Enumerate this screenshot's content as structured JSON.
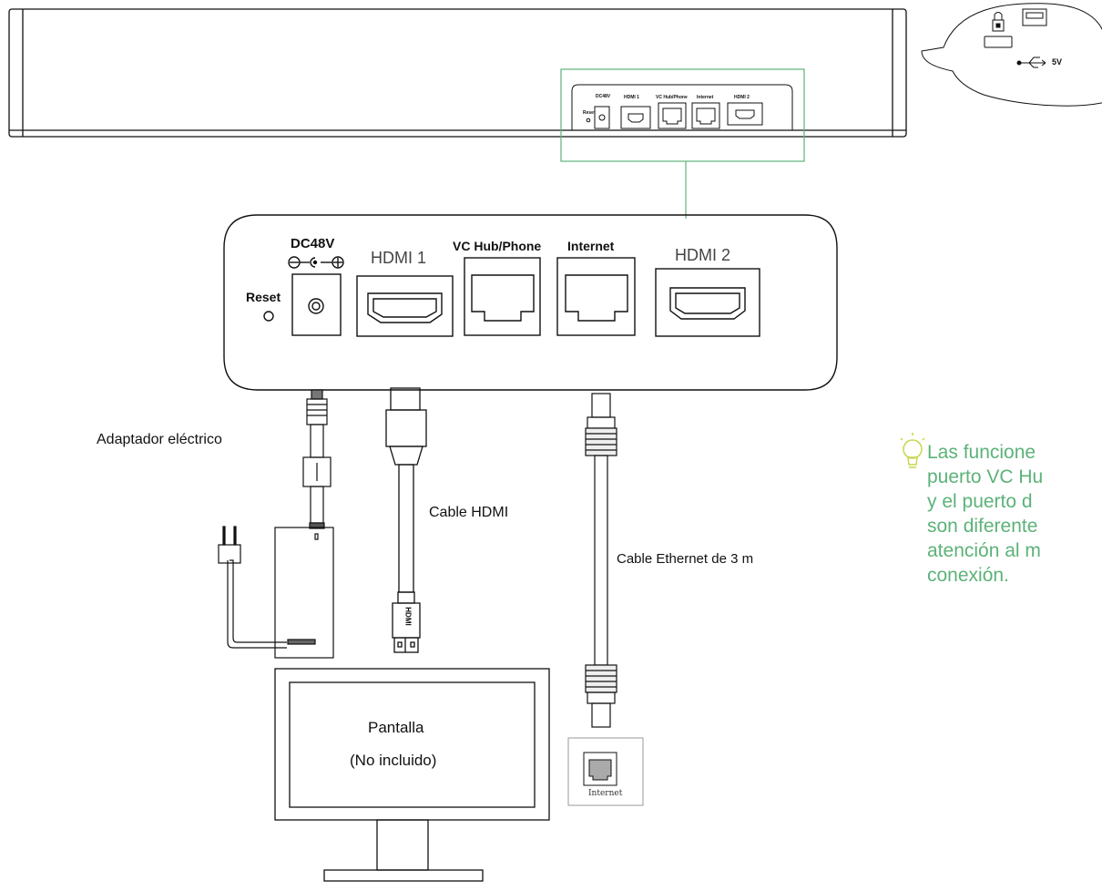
{
  "device_ports": {
    "reset": "Reset",
    "dc": "DC48V",
    "hdmi1": "HDMI 1",
    "vc_hub": "VC Hub/Phone",
    "internet": "Internet",
    "hdmi2": "HDMI 2"
  },
  "usb_callout": {
    "power_label": "5V"
  },
  "labels": {
    "power_adapter": "Adaptador eléctrico",
    "hdmi_cable": "Cable HDMI",
    "ethernet_cable": "Cable Ethernet de 3 m",
    "hdmi_plug": "HDMI",
    "display_title": "Pantalla",
    "display_note": "(No incluido)",
    "wall_jack": "Internet"
  },
  "tip": {
    "lines": [
      "Las funcione",
      "puerto VC Hu",
      "y el puerto d",
      "son diferente",
      "atención al m",
      "conexión."
    ]
  },
  "colors": {
    "tip_text": "#5cb279",
    "tip_icon": "#c8d64a",
    "zoom_frame": "#5cb279"
  }
}
